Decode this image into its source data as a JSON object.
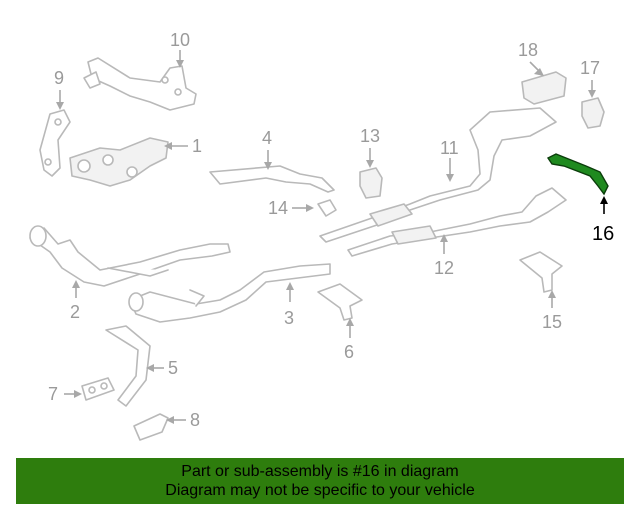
{
  "diagram": {
    "callouts": [
      "1",
      "2",
      "3",
      "4",
      "5",
      "6",
      "7",
      "8",
      "9",
      "10",
      "11",
      "12",
      "13",
      "14",
      "15",
      "16",
      "17",
      "18"
    ],
    "highlighted_part": "16",
    "highlight_color": "#1f8a1f"
  },
  "banner": {
    "line1": "Part or sub-assembly is #16 in diagram",
    "line2": "Diagram may not be specific to your vehicle",
    "background": "#2e7d0d"
  }
}
